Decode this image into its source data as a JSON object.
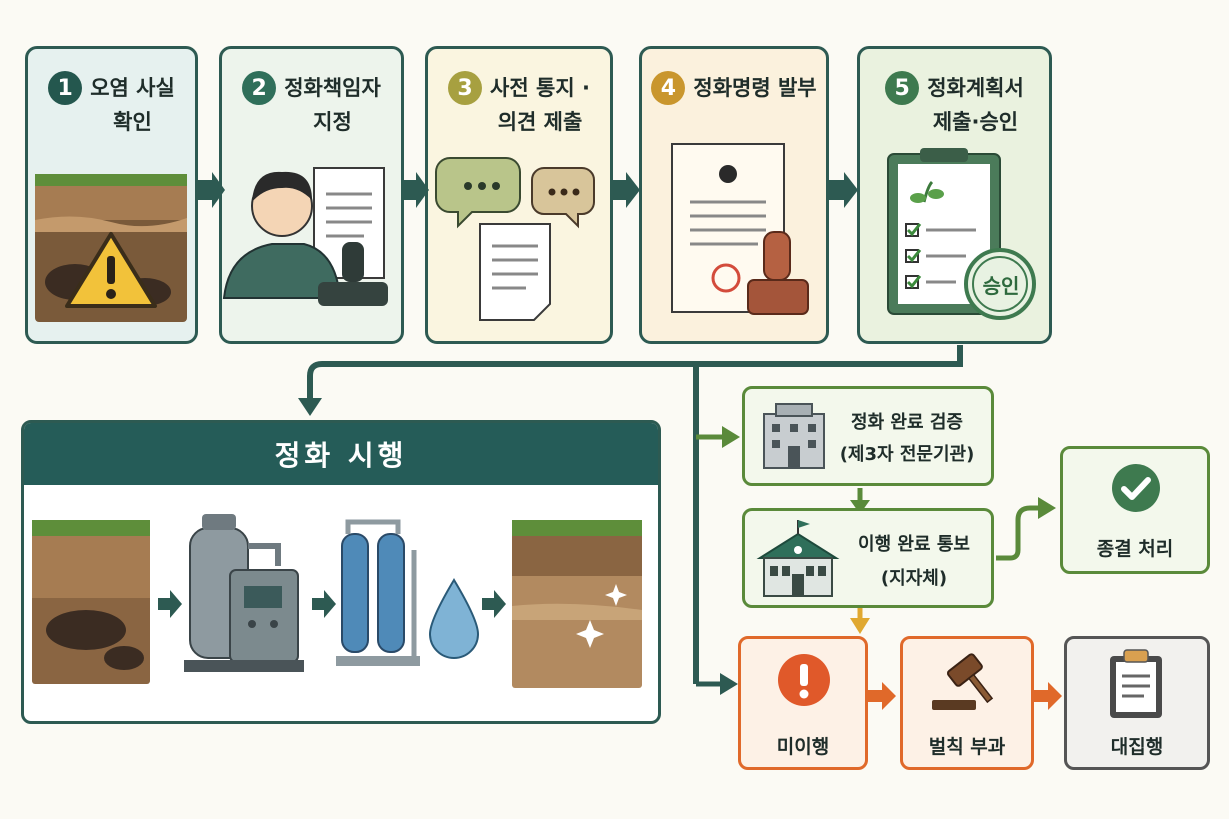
{
  "steps": [
    {
      "num": "1",
      "title": "오염 사실\n확인",
      "color": "#24574e",
      "bg": "#e6f1ef"
    },
    {
      "num": "2",
      "title": "정화책임자\n지정",
      "color": "#2f6f5a",
      "bg": "#edf4ec"
    },
    {
      "num": "3",
      "title": "사전 통지 ·\n의견 제출",
      "color": "#a7a040",
      "bg": "#faf5e0"
    },
    {
      "num": "4",
      "title": "정화명령 발부",
      "color": "#c9962d",
      "bg": "#fbf1dd"
    },
    {
      "num": "5",
      "title": "정화계획서\n제출·승인",
      "color": "#3e7a4f",
      "bg": "#eaf2df"
    }
  ],
  "approve_stamp": "승인",
  "remediation": {
    "title": "정화 시행"
  },
  "verify": {
    "line1": "정화 완료 검증",
    "line2": "(제3자 전문기관)"
  },
  "notify": {
    "line1": "이행 완료 통보",
    "line2": "(지자체)"
  },
  "close": {
    "label": "종결 처리"
  },
  "noncompliance": {
    "label": "미이행"
  },
  "penalty": {
    "label": "벌칙 부과"
  },
  "execution": {
    "label": "대집행"
  }
}
